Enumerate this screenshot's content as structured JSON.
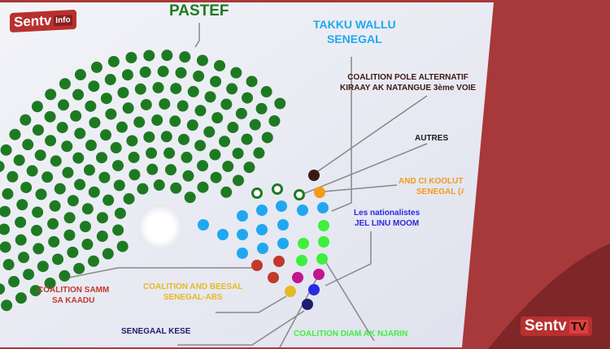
{
  "logo_top": {
    "brand": "Sentv",
    "suffix": "Info"
  },
  "logo_bottom": {
    "brand": "Sentv",
    "suffix": "TV"
  },
  "parties": [
    {
      "name": "PASTEF",
      "color": "#1e7a22"
    },
    {
      "name": "TAKKU WALLU",
      "name2": "SENEGAL",
      "color": "#1fa8f0"
    },
    {
      "name": "COALITION POLE ALTERNATIF",
      "name2": "KIRAAY AK NATANGUE 3ème VOIE",
      "color": "#3a1a14"
    },
    {
      "name": "AUTRES",
      "color": "#1a1a1a"
    },
    {
      "name": "AND CI KOOLUTE NU",
      "name2": "SENEGAL (AK",
      "color": "#f39a1a"
    },
    {
      "name": "Les nationalistes",
      "name2": "JEL LINU MOOM",
      "color": "#2a2ae0"
    },
    {
      "name": "COALITION SAMM",
      "name2": "SA KAADU",
      "color": "#c0392b"
    },
    {
      "name": "COALITION AND BEESAL",
      "name2": "SENEGAL-ABS",
      "color": "#e8b820"
    },
    {
      "name": "SENEGAAL KESE",
      "color": "#1d1d6e"
    },
    {
      "name": "COALITION DIAM AK NJARIN",
      "color": "#3ef03e"
    }
  ]
}
